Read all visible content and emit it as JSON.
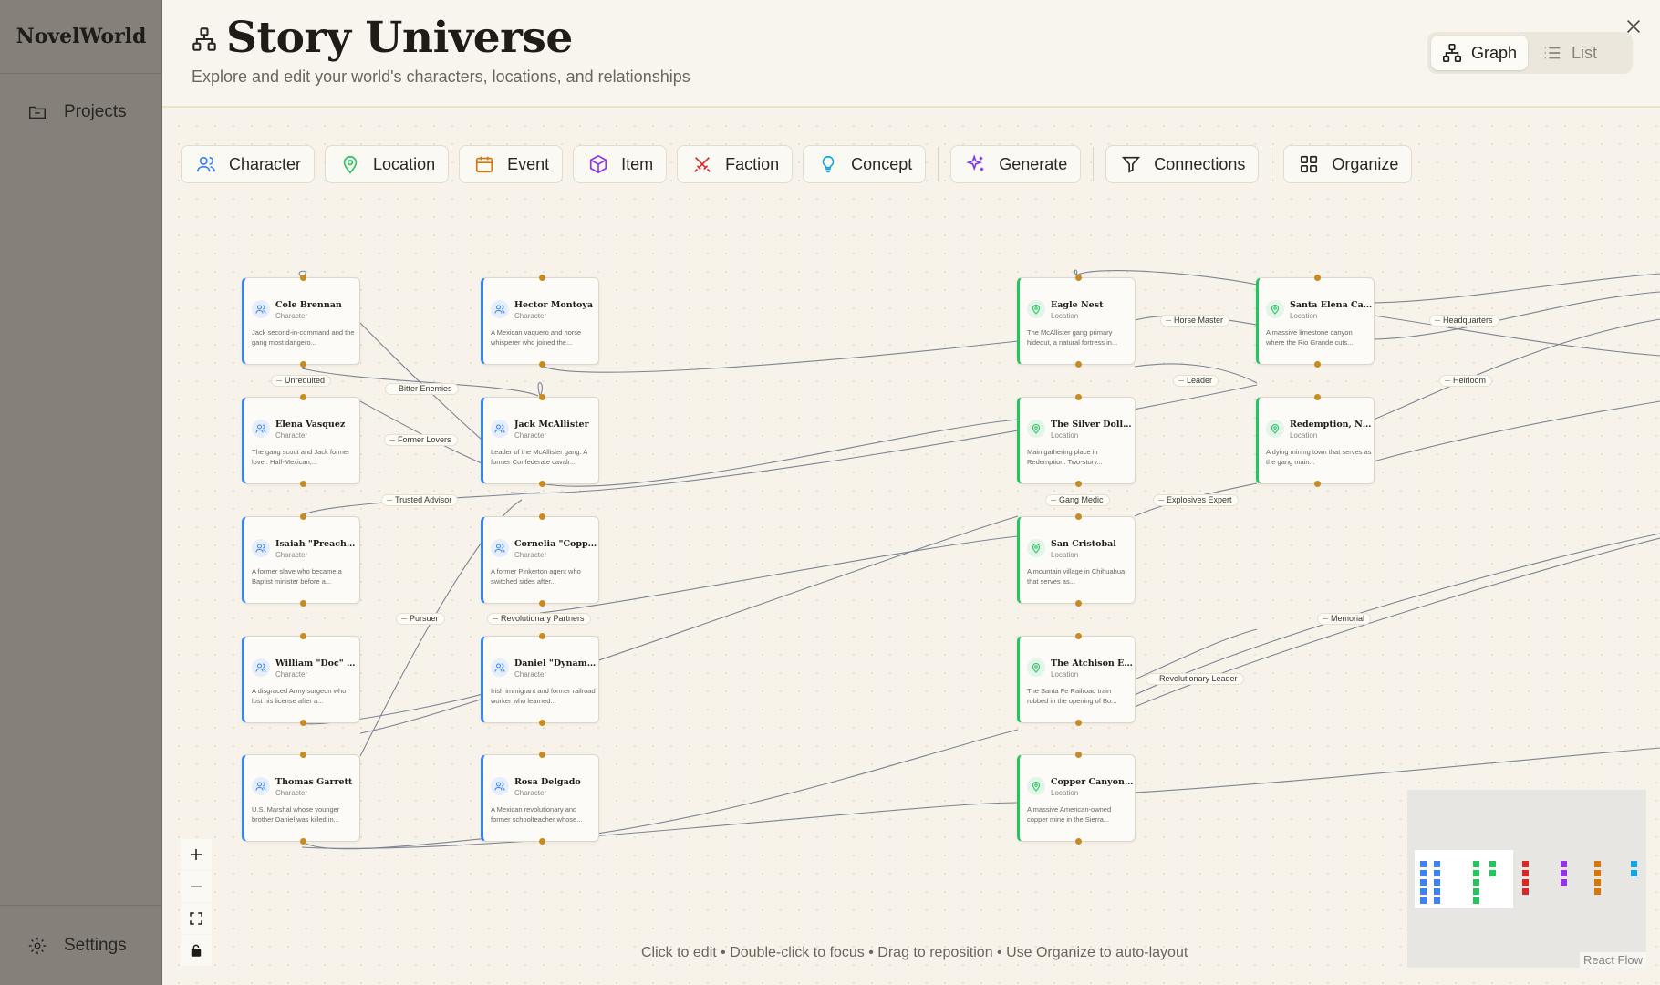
{
  "app": {
    "brand": "NovelWorld"
  },
  "sidebar": {
    "projects_label": "Projects",
    "settings_label": "Settings"
  },
  "header": {
    "title": "Story Universe",
    "subtitle": "Explore and edit your world's characters, locations, and relationships",
    "view_toggle": {
      "graph": "Graph",
      "list": "List",
      "active": "Graph"
    }
  },
  "toolbar": {
    "character": "Character",
    "location": "Location",
    "event": "Event",
    "item": "Item",
    "faction": "Faction",
    "concept": "Concept",
    "generate": "Generate",
    "connections": "Connections",
    "organize": "Organize"
  },
  "colors": {
    "character": "#3b82f6",
    "location": "#22c55e",
    "event": "#d97706",
    "item": "#9333ea",
    "faction": "#dc2626",
    "concept": "#0ea5e9",
    "handle": "#c98a1f"
  },
  "nodes": [
    {
      "name": "Cole Brennan",
      "type": "Character",
      "desc": "Jack second-in-command and the gang most dangero..."
    },
    {
      "name": "Elena Vasquez",
      "type": "Character",
      "desc": "The gang scout and Jack former lover. Half-Mexican,..."
    },
    {
      "name": "Isaiah \"Preacher\" J...",
      "type": "Character",
      "desc": "A former slave who became a Baptist minister before a..."
    },
    {
      "name": "William \"Doc\" Whi...",
      "type": "Character",
      "desc": "A disgraced Army surgeon who lost his license after a..."
    },
    {
      "name": "Thomas Garrett",
      "type": "Character",
      "desc": "U.S. Marshal whose younger brother Daniel was killed in..."
    },
    {
      "name": "Hector Montoya",
      "type": "Character",
      "desc": "A Mexican vaquero and horse whisperer who joined the..."
    },
    {
      "name": "Jack McAllister",
      "type": "Character",
      "desc": "Leader of the McAllister gang. A former Confederate cavalr..."
    },
    {
      "name": "Cornelia \"Copper\" ...",
      "type": "Character",
      "desc": "A former Pinkerton agent who switched sides after..."
    },
    {
      "name": "Daniel \"Dynamite ...",
      "type": "Character",
      "desc": "Irish immigrant and former railroad worker who learned..."
    },
    {
      "name": "Rosa Delgado",
      "type": "Character",
      "desc": "A Mexican revolutionary and former schoolteacher whose..."
    },
    {
      "name": "Eagle Nest",
      "type": "Location",
      "desc": "The McAllister gang primary hideout, a natural fortress in..."
    },
    {
      "name": "The Silver Dollar S...",
      "type": "Location",
      "desc": "Main gathering place in Redemption. Two-story..."
    },
    {
      "name": "San Cristobal",
      "type": "Location",
      "desc": "A mountain village in Chihuahua that serves as..."
    },
    {
      "name": "The Atchison Expr...",
      "type": "Location",
      "desc": "The Santa Fe Railroad train robbed in the opening of Bo..."
    },
    {
      "name": "Copper Canyon M...",
      "type": "Location",
      "desc": "A massive American-owned copper mine in the Sierra..."
    },
    {
      "name": "Santa Elena Canyon",
      "type": "Location",
      "desc": "A massive limestone canyon where the Rio Grande cuts..."
    },
    {
      "name": "Redemption, New ...",
      "type": "Location",
      "desc": "A dying mining town that serves as the gang main..."
    }
  ],
  "edge_labels": [
    "Unrequited",
    "Bitter Enemies",
    "Former Lovers",
    "Trusted Advisor",
    "Pursuer",
    "Revolutionary Partners",
    "Horse Master",
    "Leader",
    "Gang Medic",
    "Explosives Expert",
    "Revolutionary Leader",
    "Headquarters",
    "Heirloom",
    "Memorial"
  ],
  "canvas": {
    "hint": "Click to edit • Double-click to focus • Drag to reposition • Use Organize to auto-layout",
    "attribution": "React Flow"
  }
}
